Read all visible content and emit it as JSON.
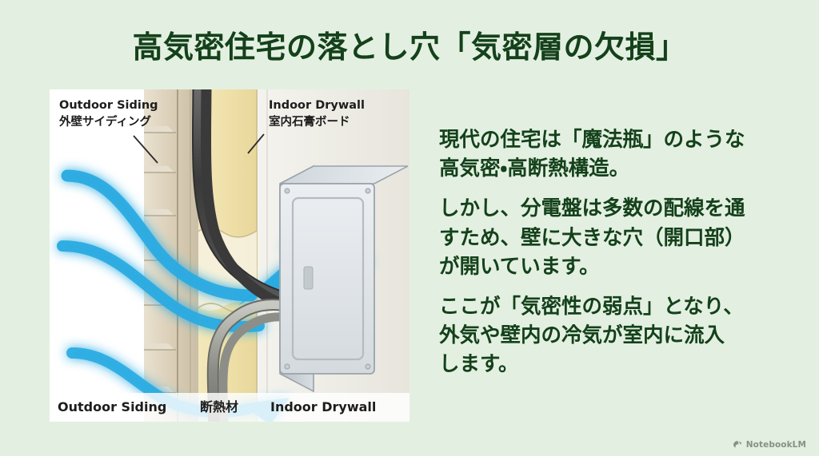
{
  "slide": {
    "title": "高気密住宅の落とし穴「気密層の欠損」",
    "background_color": "#e3f0e1",
    "title_color": "#14411b",
    "text_color": "#14411b"
  },
  "body": {
    "paragraphs": [
      "現代の住宅は「魔法瓶」のような\n高気密・高断熱構造。",
      "しかし、分電盤は多数の配線を通\nすため、壁に大きな穴（開口部）\nが開いています。",
      "ここが「気密性の弱点」となり、\n外気や壁内の冷気が室内に流入\nします。"
    ]
  },
  "diagram": {
    "panel_background": "#ffffff",
    "callouts": [
      {
        "english": "Outdoor Siding",
        "japanese": "外壁サイディング"
      },
      {
        "english": "Indoor Drywall",
        "japanese": "室内石膏ボード"
      }
    ],
    "bottom_labels": [
      "Outdoor Siding",
      "断熱材",
      "Indoor Drywall"
    ],
    "colors": {
      "siding": "#ded3bd",
      "insulation": "#f0e3b0",
      "drywall": "#f0efe9",
      "cable": "#4a4a4a",
      "airflow_arrow": "#29abe2",
      "panel_box": "#dfe4e8"
    }
  },
  "watermark": {
    "label": "NotebookLM",
    "icon": "notebooklm-logo-icon"
  }
}
